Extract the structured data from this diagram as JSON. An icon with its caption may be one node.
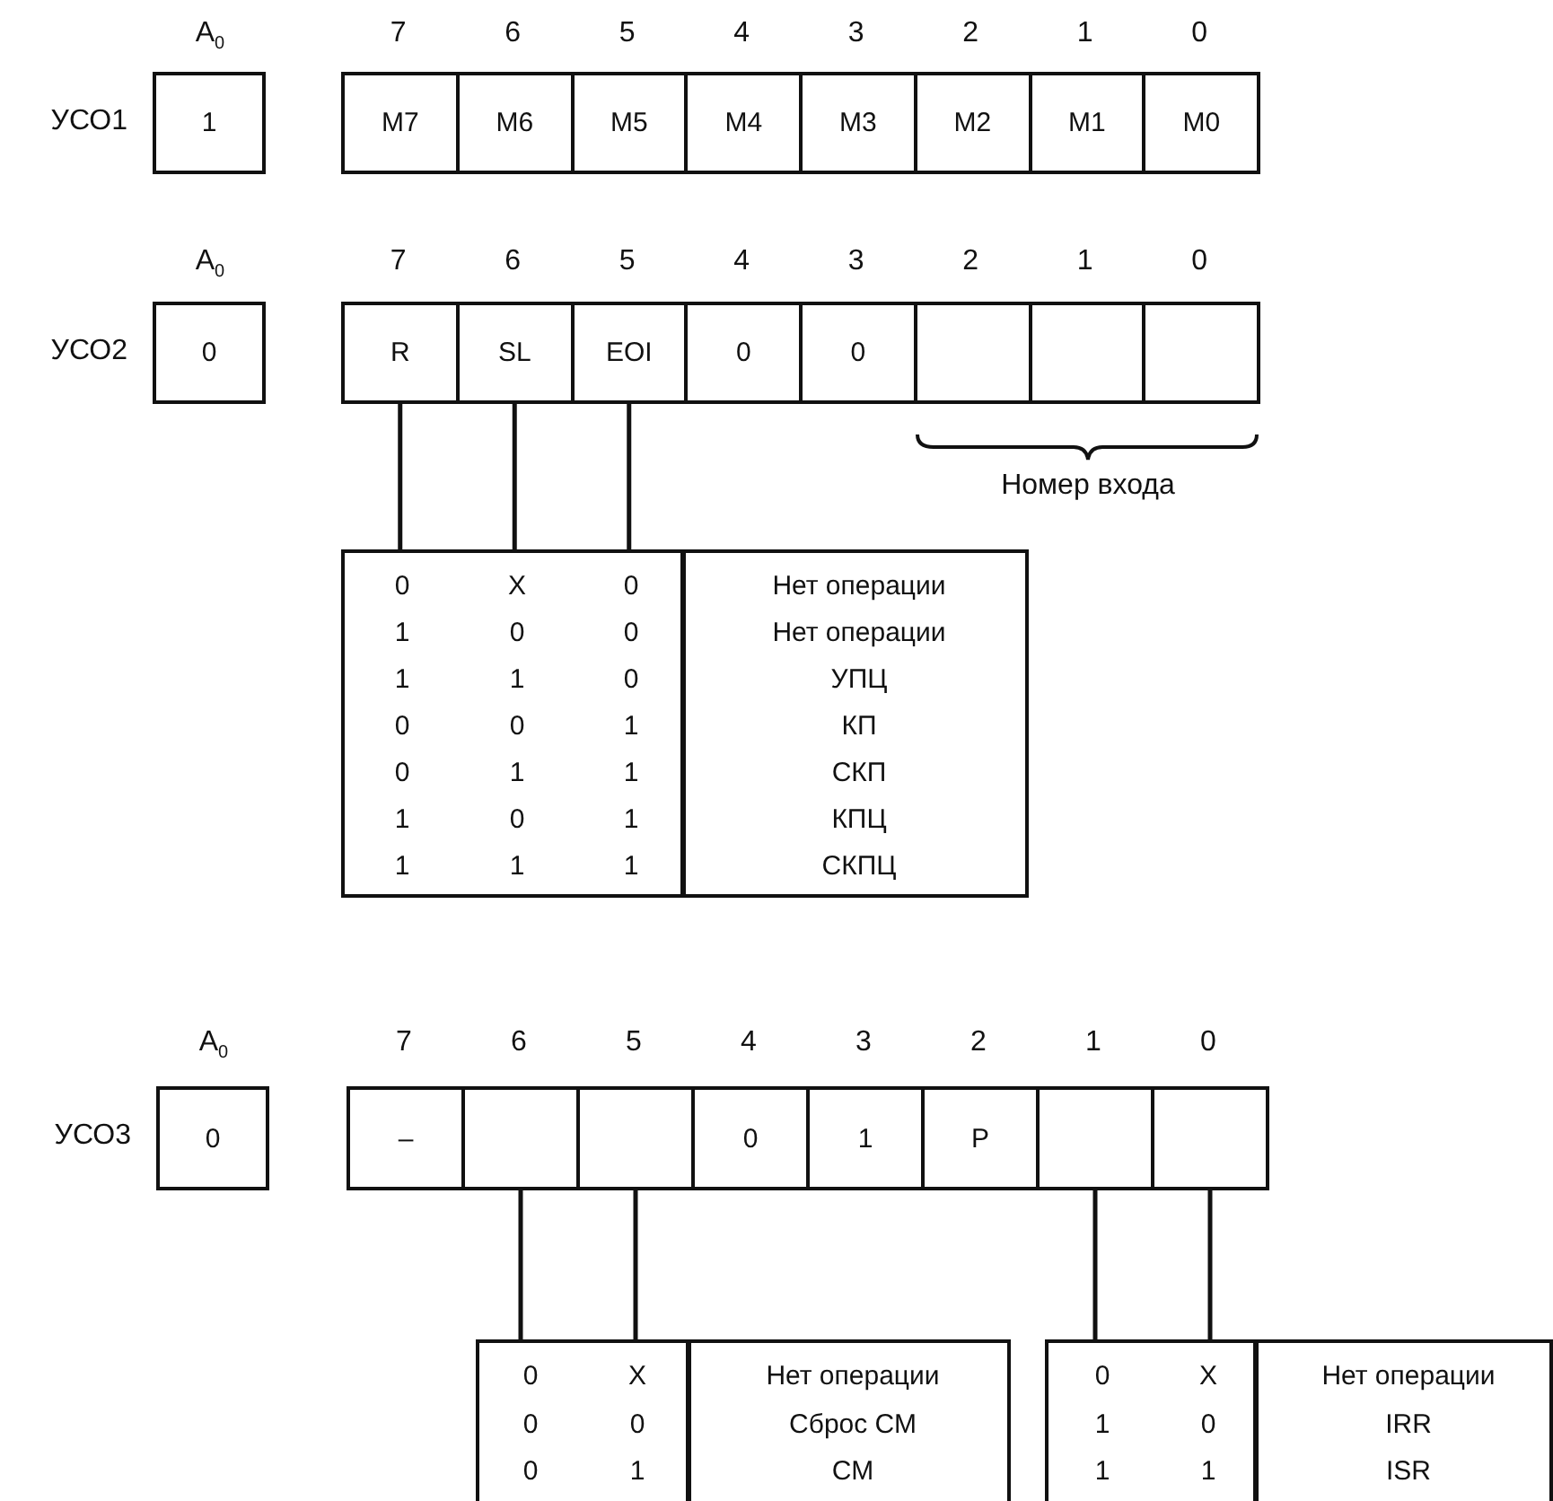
{
  "diagram": {
    "nodes": [
      {
        "text": [
          "1"
        ],
        "beside": [
          "УСО1"
        ]
      },
      {
        "text": [
          "M7"
        ]
      },
      {
        "text": [
          "M6"
        ]
      },
      {
        "text": [
          "M5"
        ]
      },
      {
        "text": [
          "M4"
        ]
      },
      {
        "text": [
          "M3"
        ]
      },
      {
        "text": [
          "M2"
        ]
      },
      {
        "text": [
          "M1"
        ]
      },
      {
        "text": [
          "M0"
        ]
      },
      {
        "text": [
          "0"
        ],
        "beside": [
          "УСО2"
        ]
      },
      {
        "text": [
          "R"
        ]
      },
      {
        "text": [
          "SL"
        ]
      },
      {
        "text": [
          "EOI"
        ]
      },
      {
        "text": [
          "0"
        ]
      },
      {
        "text": [
          "0"
        ]
      },
      {
        "text": [],
        "shape": "box"
      },
      {
        "text": [],
        "shape": "box"
      },
      {
        "text": [],
        "shape": "box"
      },
      {
        "text": [
          "0",
          "X",
          "0",
          "Нет операции",
          "1",
          "0",
          "0",
          "Нет операции",
          "1",
          "1",
          "0",
          "УПЦ",
          "0",
          "0",
          "1",
          "КП",
          "0",
          "1",
          "1",
          "СКП",
          "1",
          "0",
          "1",
          "КПЦ",
          "1",
          "1",
          "1",
          "СКПЦ"
        ]
      },
      {
        "text": [
          "0"
        ],
        "beside": [
          "УСО3"
        ]
      },
      {
        "text": [
          "–"
        ]
      },
      {
        "text": [],
        "shape": "box"
      },
      {
        "text": [],
        "shape": "box"
      },
      {
        "text": [
          "0"
        ]
      },
      {
        "text": [
          "1"
        ]
      },
      {
        "text": [
          "P"
        ]
      },
      {
        "text": [],
        "shape": "box"
      },
      {
        "text": [],
        "shape": "box"
      },
      {
        "text": [
          "0",
          "X",
          "Нет операции",
          "0",
          "0",
          "Сброс СМ",
          "0",
          "1",
          "СМ"
        ]
      },
      {
        "text": [
          "0",
          "X",
          "Нет операции",
          "1",
          "0",
          "IRR",
          "1",
          "1",
          "ISR"
        ]
      }
    ],
    "edges": [
      {
        "from": 10,
        "to": 18,
        "arrow": "none"
      },
      {
        "from": 11,
        "to": 18,
        "arrow": "none"
      },
      {
        "from": 12,
        "to": 18,
        "arrow": "none"
      },
      {
        "from": 21,
        "to": 28,
        "arrow": "none"
      },
      {
        "from": 22,
        "to": 28,
        "arrow": "none"
      },
      {
        "from": 26,
        "to": 29,
        "arrow": "none"
      },
      {
        "from": 27,
        "to": 29,
        "arrow": "none"
      }
    ],
    "labels": [
      "A$_{0}$",
      "7",
      "6",
      "5",
      "4",
      "3",
      "2",
      "1",
      "0",
      "A$_{0}$",
      "7",
      "6",
      "5",
      "4",
      "3",
      "2",
      "1",
      "0",
      "Номер входа",
      "A$_{0}$",
      "7",
      "6",
      "5",
      "4",
      "3",
      "2",
      "1",
      "0"
    ]
  }
}
